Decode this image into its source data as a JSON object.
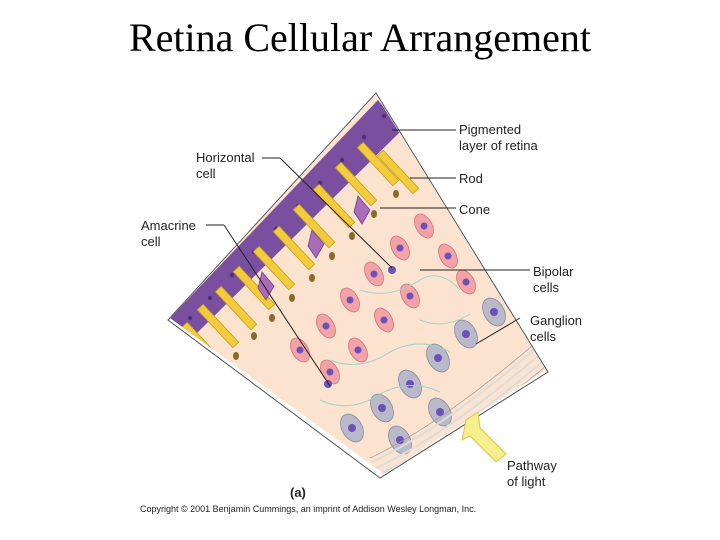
{
  "slide": {
    "title": "Retina Cellular Arrangement"
  },
  "labels": {
    "pigmented_1": "Pigmented",
    "pigmented_2": "layer of retina",
    "horizontal_1": "Horizontal",
    "horizontal_2": "cell",
    "rod": "Rod",
    "cone": "Cone",
    "amacrine_1": "Amacrine",
    "amacrine_2": "cell",
    "bipolar_1": "Bipolar",
    "bipolar_2": "cells",
    "ganglion_1": "Ganglion",
    "ganglion_2": "cells",
    "pathway_1": "Pathway",
    "pathway_2": "of light"
  },
  "figure_label": "(a)",
  "copyright": "Copyright © 2001 Benjamin Cummings, an imprint of Addison Wesley Longman, Inc.",
  "colors": {
    "tissue": "#fbe3cf",
    "pigment": "#7a4fa0",
    "rod": "#f2cc3c",
    "cone": "#a86cb8",
    "bipolar": "#f3a3a8",
    "ganglion": "#b9b9c9",
    "nucleus": "#6a52b8",
    "fibers": "#e3e3e3",
    "arrow": "#f7ee8c"
  }
}
